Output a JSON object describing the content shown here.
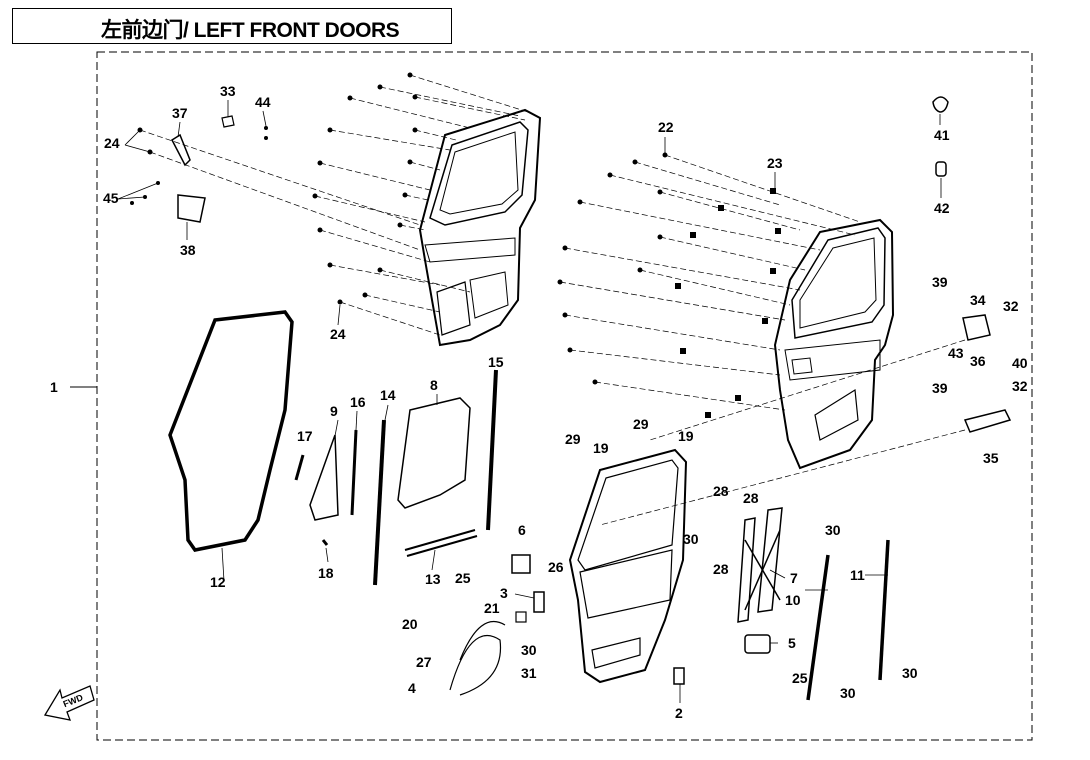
{
  "title": "左前边门/ LEFT FRONT DOORS",
  "fwd_label": "FWD",
  "callouts": [
    {
      "id": "c1",
      "text": "1"
    },
    {
      "id": "c2",
      "text": "2"
    },
    {
      "id": "c3",
      "text": "3"
    },
    {
      "id": "c4",
      "text": "4"
    },
    {
      "id": "c5",
      "text": "5"
    },
    {
      "id": "c6",
      "text": "6"
    },
    {
      "id": "c7",
      "text": "7"
    },
    {
      "id": "c8",
      "text": "8"
    },
    {
      "id": "c9",
      "text": "9"
    },
    {
      "id": "c10",
      "text": "10"
    },
    {
      "id": "c11",
      "text": "11"
    },
    {
      "id": "c12",
      "text": "12"
    },
    {
      "id": "c13",
      "text": "13"
    },
    {
      "id": "c14",
      "text": "14"
    },
    {
      "id": "c15",
      "text": "15"
    },
    {
      "id": "c16",
      "text": "16"
    },
    {
      "id": "c17",
      "text": "17"
    },
    {
      "id": "c18",
      "text": "18"
    },
    {
      "id": "c19a",
      "text": "19"
    },
    {
      "id": "c19b",
      "text": "19"
    },
    {
      "id": "c20",
      "text": "20"
    },
    {
      "id": "c21",
      "text": "21"
    },
    {
      "id": "c22",
      "text": "22"
    },
    {
      "id": "c23",
      "text": "23"
    },
    {
      "id": "c24a",
      "text": "24"
    },
    {
      "id": "c24b",
      "text": "24"
    },
    {
      "id": "c25a",
      "text": "25"
    },
    {
      "id": "c25b",
      "text": "25"
    },
    {
      "id": "c26",
      "text": "26"
    },
    {
      "id": "c27",
      "text": "27"
    },
    {
      "id": "c28a",
      "text": "28"
    },
    {
      "id": "c28b",
      "text": "28"
    },
    {
      "id": "c28c",
      "text": "28"
    },
    {
      "id": "c29a",
      "text": "29"
    },
    {
      "id": "c29b",
      "text": "29"
    },
    {
      "id": "c30a",
      "text": "30"
    },
    {
      "id": "c30b",
      "text": "30"
    },
    {
      "id": "c30c",
      "text": "30"
    },
    {
      "id": "c30d",
      "text": "30"
    },
    {
      "id": "c30e",
      "text": "30"
    },
    {
      "id": "c31",
      "text": "31"
    },
    {
      "id": "c32a",
      "text": "32"
    },
    {
      "id": "c32b",
      "text": "32"
    },
    {
      "id": "c33",
      "text": "33"
    },
    {
      "id": "c34",
      "text": "34"
    },
    {
      "id": "c35",
      "text": "35"
    },
    {
      "id": "c36",
      "text": "36"
    },
    {
      "id": "c37",
      "text": "37"
    },
    {
      "id": "c38",
      "text": "38"
    },
    {
      "id": "c39a",
      "text": "39"
    },
    {
      "id": "c39b",
      "text": "39"
    },
    {
      "id": "c40",
      "text": "40"
    },
    {
      "id": "c41",
      "text": "41"
    },
    {
      "id": "c42",
      "text": "42"
    },
    {
      "id": "c43",
      "text": "43"
    },
    {
      "id": "c44",
      "text": "44"
    },
    {
      "id": "c45",
      "text": "45"
    }
  ]
}
